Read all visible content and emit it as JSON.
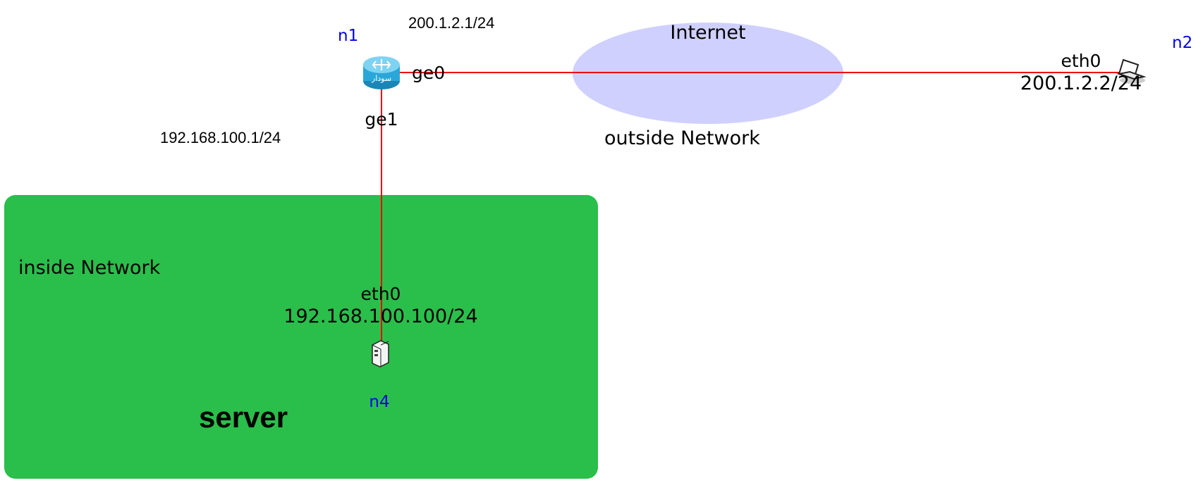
{
  "regions": {
    "inside": {
      "label": "inside Network",
      "color": "#2abf4a"
    },
    "cloud": {
      "label": "Internet",
      "color": "#d0d0ff"
    },
    "outside_label": "outside Network",
    "server_label": "server"
  },
  "nodes": {
    "n1": {
      "name": "n1",
      "type": "router",
      "icon": "router-icon",
      "router_text": "سودار"
    },
    "n2": {
      "name": "n2",
      "type": "laptop",
      "icon": "laptop-icon"
    },
    "n4": {
      "name": "n4",
      "type": "server",
      "icon": "server-icon"
    }
  },
  "interfaces": {
    "n1_ge0": {
      "name": "ge0",
      "address": "200.1.2.1/24"
    },
    "n1_ge1": {
      "name": "ge1",
      "address": "192.168.100.1/24"
    },
    "n2_eth0": {
      "name": "eth0",
      "address": "200.1.2.2/24"
    },
    "n4_eth0": {
      "name": "eth0",
      "address": "192.168.100.100/24"
    }
  },
  "links": [
    {
      "from": "n1",
      "to": "n2",
      "color": "#ee0000"
    },
    {
      "from": "n1",
      "to": "n4",
      "color": "#ee0000"
    }
  ],
  "colors": {
    "node_label": "#0000ee",
    "link": "#ee0000",
    "router": "#2aa7d8"
  }
}
